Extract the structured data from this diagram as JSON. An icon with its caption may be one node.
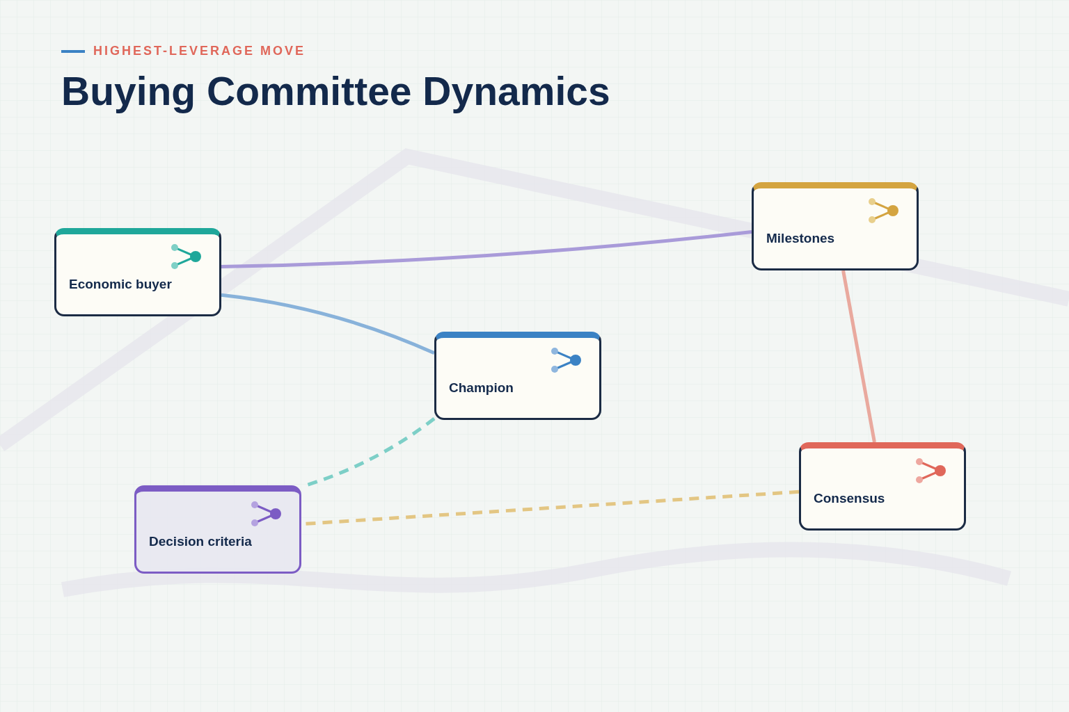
{
  "diagram": {
    "title": "Buying Committee Dynamics",
    "nodes": [
      {
        "text": [
          "Milestones"
        ]
      },
      {
        "text": [
          "Economic buyer"
        ]
      },
      {
        "text": [
          "Champion"
        ]
      },
      {
        "text": [
          "Consensus"
        ]
      },
      {
        "text": [
          "Decision criteria"
        ]
      }
    ],
    "edges": [
      {
        "from": 1,
        "to": 0,
        "arrow": "none",
        "color": "#a99bd9"
      },
      {
        "from": 1,
        "to": 2,
        "arrow": "none",
        "color": "#88b2da"
      },
      {
        "from": 0,
        "to": 3,
        "arrow": "none",
        "color": "#e9a99e"
      },
      {
        "from": 2,
        "to": 4,
        "arrow": "none",
        "style": "dashed",
        "color": "#7dcfc7"
      },
      {
        "from": 3,
        "to": 4,
        "arrow": "none",
        "style": "dashed",
        "color": "#e3c683"
      }
    ],
    "labels": [
      "HIGHEST-LEVERAGE MOVE"
    ]
  }
}
